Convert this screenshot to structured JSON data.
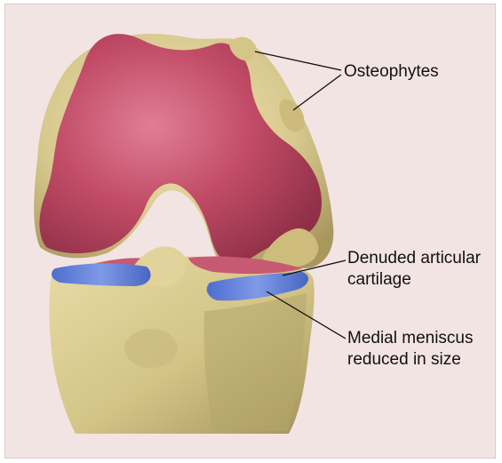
{
  "labels": {
    "osteophytes": "Osteophytes",
    "denuded_line1": "Denuded articular",
    "denuded_line2": "cartilage",
    "meniscus_line1": "Medial meniscus",
    "meniscus_line2": "reduced in size"
  },
  "colors": {
    "background": "#f3e4e4",
    "bone": "#d8c98f",
    "cartilage": "#c24c67",
    "meniscus": "#5f7fd6",
    "leader_line": "#111111"
  }
}
